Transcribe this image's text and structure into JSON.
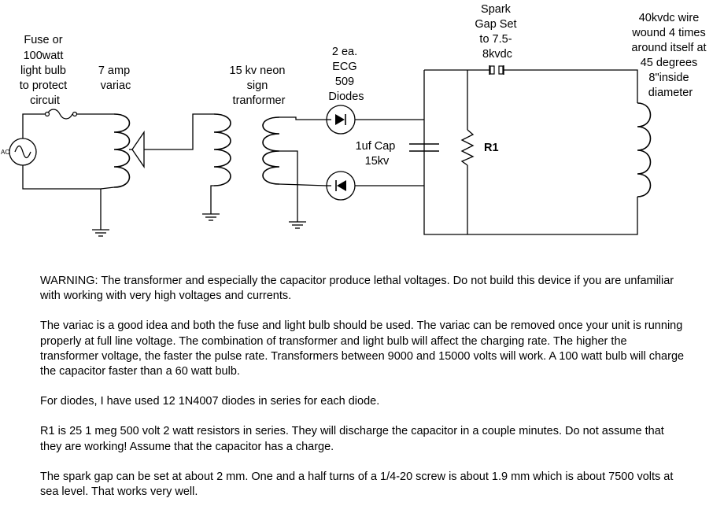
{
  "labels": {
    "fuse": [
      "Fuse or",
      "100watt",
      "light bulb",
      "to protect",
      "circuit"
    ],
    "ac": "AC",
    "variac": [
      "7 amp",
      "variac"
    ],
    "transformer": [
      "15 kv neon",
      "sign",
      "tranformer"
    ],
    "diodes": [
      "2 ea.",
      "ECG",
      "509",
      "Diodes"
    ],
    "capacitor": [
      "1uf Cap",
      "15kv"
    ],
    "resistor": "R1",
    "spark_gap": [
      "Spark",
      "Gap Set",
      "to 7.5-",
      "8kvdc"
    ],
    "coil": [
      "40kvdc wire",
      "wound 4 times",
      "around itself at",
      "45 degrees",
      "8\"inside",
      "diameter"
    ]
  },
  "notes": [
    "WARNING:  The transformer and especially the capacitor produce lethal voltages.  Do not build this device if you are unfamiliar with working with very high voltages and currents.",
    "The variac is a good idea and both the fuse and light bulb should be used.  The variac can be removed once your unit is running properly at full line voltage.  The combination of transformer and light bulb will affect the charging rate.   The higher the transformer voltage, the faster the pulse rate.  Transformers between 9000 and 15000 volts will work.  A 100 watt bulb will charge the capacitor faster than a 60 watt bulb.",
    "For diodes, I have used 12 1N4007 diodes in series for each diode.",
    "R1 is 25 1 meg 500 volt 2 watt resistors in series.  They will discharge the capacitor in a couple minutes.  Do not assume that they are working!  Assume that the capacitor has a charge.",
    "The spark gap can be set at about 2 mm.  One and a half turns of a 1/4-20 screw is about 1.9 mm which is about 7500 volts at sea level.  That works very well."
  ]
}
